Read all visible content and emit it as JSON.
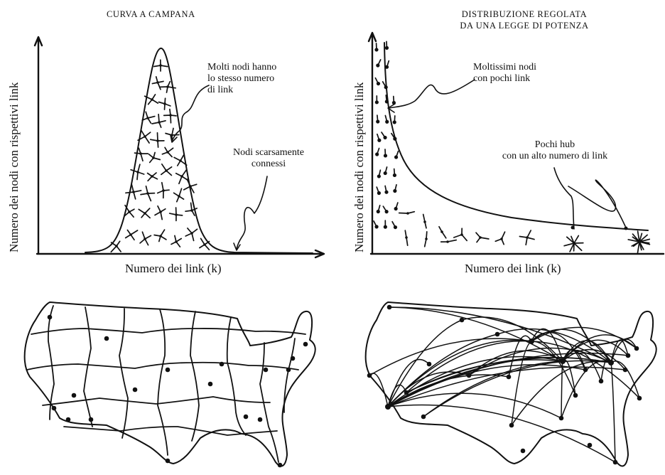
{
  "left_panel": {
    "title": "CURVA A CAMPANA",
    "annotation_main": [
      "Molti nodi hanno",
      "lo stesso numero",
      "di link"
    ],
    "annotation_tail": [
      "Nodi scarsamente",
      "connessi"
    ],
    "x_axis_label": "Numero dei link (k)",
    "y_axis_label": "Numero dei nodi con rispettivi link"
  },
  "right_panel": {
    "title_line1": "DISTRIBUZIONE REGOLATA",
    "title_line2": "DA UNA LEGGE DI POTENZA",
    "annotation_main": [
      "Moltissimi nodi",
      "con pochi link"
    ],
    "annotation_hubs": [
      "Pochi hub",
      "con un alto numero di link"
    ],
    "x_axis_label": "Numero dei link (k)",
    "y_axis_label": "Numero dei nodi con rispettivi link"
  },
  "maps": {
    "left": "random-network-map",
    "right": "scale-free-network-map"
  },
  "colors": {
    "ink": "#111111",
    "paper": "#ffffff"
  }
}
